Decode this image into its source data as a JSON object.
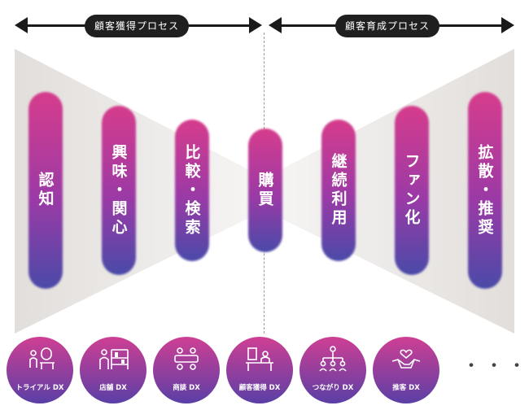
{
  "processes": {
    "acquisition_label": "顧客獲得プロセス",
    "nurturing_label": "顧客育成プロセス"
  },
  "stages": [
    {
      "label": "認知"
    },
    {
      "label": "興味・関心"
    },
    {
      "label": "比較・検索"
    },
    {
      "label": "購買"
    },
    {
      "label": "継続利用"
    },
    {
      "label": "ファン化"
    },
    {
      "label": "拡散・推奨"
    }
  ],
  "dx_items": [
    {
      "label": "トライアル DX",
      "icon": "mirror-person-icon"
    },
    {
      "label": "店舗 DX",
      "icon": "shop-staff-icon"
    },
    {
      "label": "商談 DX",
      "icon": "meeting-table-icon"
    },
    {
      "label": "顧客獲得 DX",
      "icon": "desk-computer-icon"
    },
    {
      "label": "つながり DX",
      "icon": "network-people-icon"
    },
    {
      "label": "推客 DX",
      "icon": "handshake-heart-icon"
    }
  ],
  "more_indicator": "・・・",
  "colors": {
    "pill_top": "#d63c8c",
    "pill_mid": "#9a3aa6",
    "pill_bottom": "#4a4aa8",
    "circle_top": "#cf3f93",
    "circle_bottom": "#5a3fa6",
    "funnel": "#e4e0dc"
  }
}
